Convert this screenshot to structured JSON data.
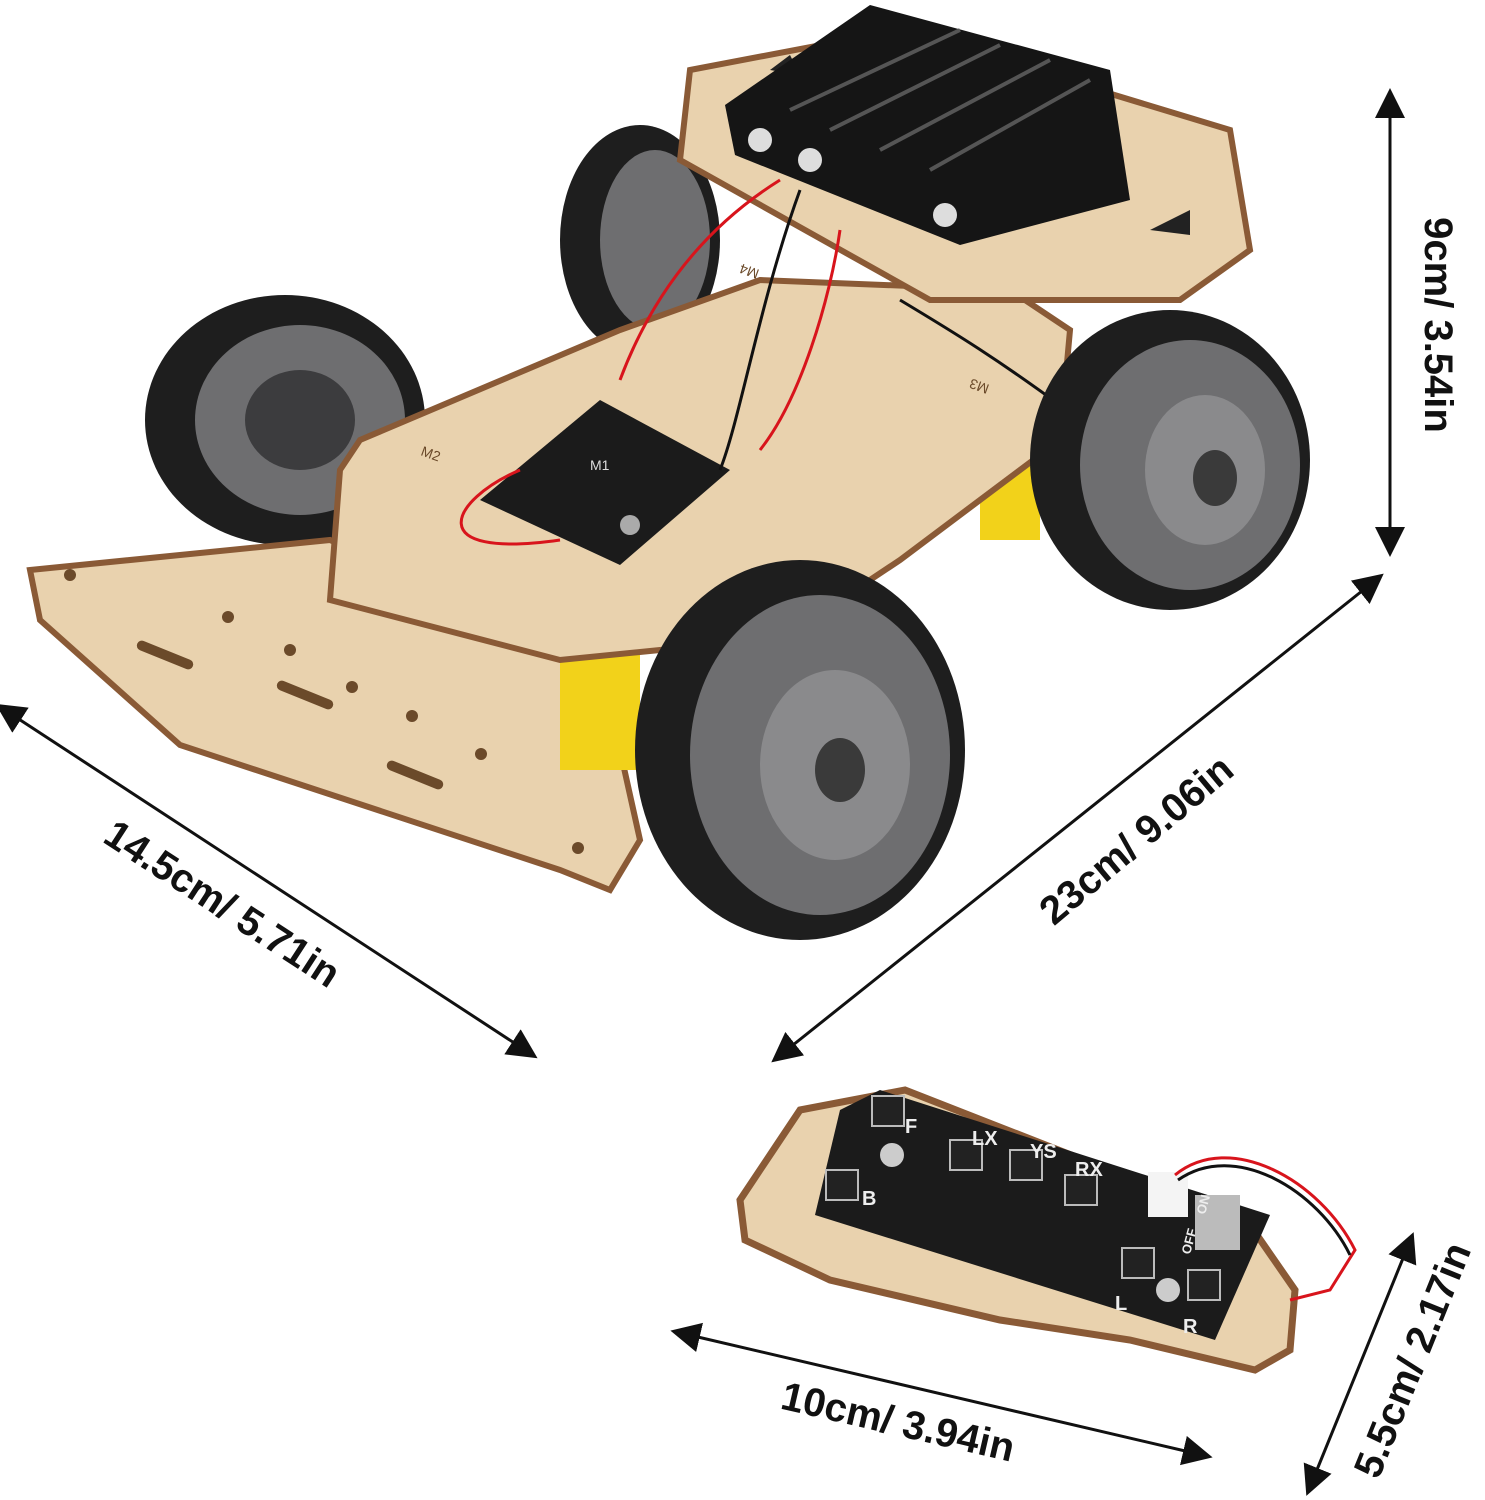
{
  "dimensions": {
    "height": "9cm/ 3.54in",
    "length": "23cm/ 9.06in",
    "width": "14.5cm/ 5.71in",
    "controller_length": "10cm/ 3.94in",
    "controller_width": "5.5cm/ 2.17in"
  },
  "car": {
    "motor_labels": [
      "M1",
      "M2",
      "M3",
      "M4"
    ]
  },
  "controller": {
    "buttons": [
      "F",
      "B",
      "LX",
      "YS",
      "RX",
      "L",
      "R"
    ],
    "switch_off": "OFF",
    "switch_on": "ON"
  },
  "colors": {
    "wood": "#e9d2ae",
    "wood_edge": "#8a5a36",
    "pcb": "#1b1b1b",
    "wheel_hub": "#7a7a7c",
    "roller": "#1e1e1e",
    "motor": "#f2d21a",
    "wire_red": "#d8141c"
  }
}
